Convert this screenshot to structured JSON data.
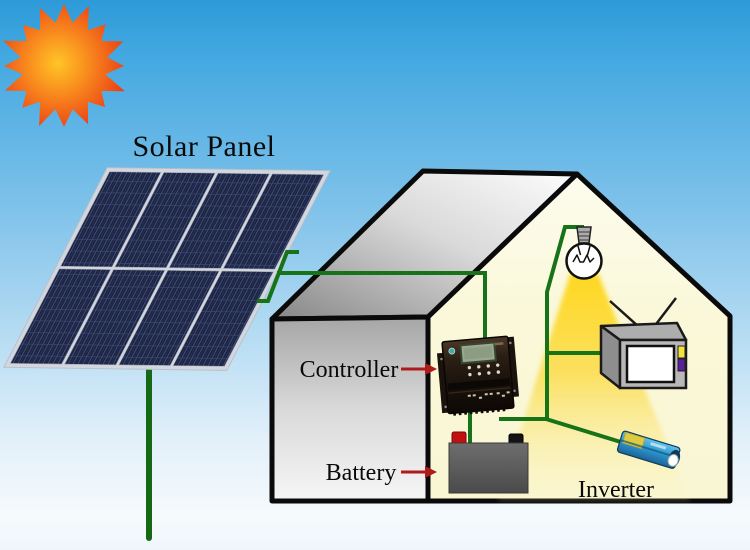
{
  "scene": {
    "title": "Solar Panel",
    "component_labels": {
      "controller": "Controller",
      "battery": "Battery",
      "inverter": "Inverter"
    },
    "components": [
      "sun",
      "solar-panel",
      "mounting-pole",
      "house",
      "roof",
      "green-wire",
      "light-bulb",
      "light-cone",
      "tv",
      "charge-controller",
      "battery",
      "inverter"
    ],
    "colors": {
      "sky_top": "#2D9AD8",
      "sky_bottom": "#F3F9FD",
      "sun_center": "#FFC527",
      "sun_edge": "#E63A12",
      "panel_cell": "#1B2340",
      "panel_frame": "#D2D6DE",
      "wire_green": "#177317",
      "roof_gray": "#8A8A8A",
      "wall_gray": "#A8A8A8",
      "interior_yellow": "#FAF8D8",
      "cone_gold": "#FFD71E",
      "arrow_red": "#AF1B1B",
      "inverter_blue": "#2F9AD1",
      "battery_gray": "#5A5A5A",
      "tv_gray": "#B0B0B0",
      "outline_black": "#0A0A0A"
    }
  }
}
